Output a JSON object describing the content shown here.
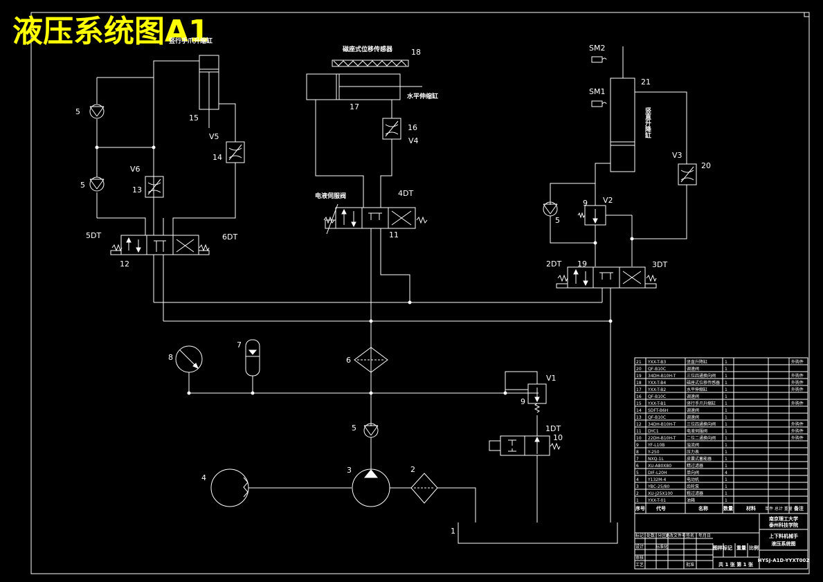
{
  "title": "液压系统图A1",
  "labels": {
    "c15_top": "竖行手爪升缩缸",
    "c18": "磁座式位移传感器",
    "n18": "18",
    "c17_side": "水平伸缩缸",
    "n17": "17",
    "n16": "16",
    "V4": "V4",
    "sm2": "SM2",
    "sm1": "SM1",
    "n21": "21",
    "c21_side": "竖直升降缸",
    "V3": "V3",
    "n20": "20",
    "n5a": "5",
    "n5b": "5",
    "n15": "15",
    "V5": "V5",
    "n14": "14",
    "V6": "V6",
    "n13": "13",
    "dt5": "5DT",
    "dt6": "6DT",
    "n12": "12",
    "servo": "电液伺服阀",
    "dt4": "4DT",
    "n11": "11",
    "n9a": "9",
    "V2": "V2",
    "n5c": "5",
    "dt2": "2DT",
    "n19": "19",
    "dt3": "3DT",
    "n8": "8",
    "n7": "7",
    "n6": "6",
    "V1": "V1",
    "n9b": "9",
    "n5d": "5",
    "dt1": "1DT",
    "n10": "10",
    "n4": "4",
    "n3": "3",
    "n2": "2",
    "n1": "1"
  },
  "parts_table": {
    "rows": [
      {
        "no": "21",
        "code": "YXX-T-B3",
        "name": "竖直升降缸",
        "qty": "1",
        "note": "外购件"
      },
      {
        "no": "20",
        "code": "QF-B10C",
        "name": "调速阀",
        "qty": "1",
        "note": ""
      },
      {
        "no": "19",
        "code": "34DH-B10H-T",
        "name": "三位四通换向阀",
        "qty": "1",
        "note": "外购件"
      },
      {
        "no": "18",
        "code": "YXX-T-B4",
        "name": "磁座式位移传感器",
        "qty": "1",
        "note": "外购件"
      },
      {
        "no": "17",
        "code": "YXX-T-B2",
        "name": "水平伸缩缸",
        "qty": "1",
        "note": "外购件"
      },
      {
        "no": "16",
        "code": "QF-B10C",
        "name": "调速阀",
        "qty": "1",
        "note": ""
      },
      {
        "no": "15",
        "code": "YXX-T-B1",
        "name": "竖行手爪升缩缸",
        "qty": "1",
        "note": "外购件"
      },
      {
        "no": "14",
        "code": "SDFT-B6H",
        "name": "调速阀",
        "qty": "1",
        "note": ""
      },
      {
        "no": "13",
        "code": "QF-B10C",
        "name": "调速阀",
        "qty": "1",
        "note": ""
      },
      {
        "no": "12",
        "code": "34DH-B10H-T",
        "name": "三位四通换向阀",
        "qty": "1",
        "note": "外购件"
      },
      {
        "no": "11",
        "code": "DYC1",
        "name": "电液伺服阀",
        "qty": "1",
        "note": "外购件"
      },
      {
        "no": "10",
        "code": "22DH-B10H-T",
        "name": "二位二通换向阀",
        "qty": "1",
        "note": "外购件"
      },
      {
        "no": "9",
        "code": "YF-L10B",
        "name": "溢流阀",
        "qty": "1",
        "note": ""
      },
      {
        "no": "8",
        "code": "Y-250",
        "name": "压力表",
        "qty": "1",
        "note": ""
      },
      {
        "no": "7",
        "code": "NXQ-1L",
        "name": "皮囊式蓄能器",
        "qty": "1",
        "note": ""
      },
      {
        "no": "6",
        "code": "XU-A80X80",
        "name": "精过滤器",
        "qty": "1",
        "note": ""
      },
      {
        "no": "5",
        "code": "DIF-L20H",
        "name": "单向阀",
        "qty": "4",
        "note": ""
      },
      {
        "no": "4",
        "code": "Y132M-4",
        "name": "电动机",
        "qty": "1",
        "note": ""
      },
      {
        "no": "3",
        "code": "YBC-25/80",
        "name": "齿轮泵",
        "qty": "1",
        "note": ""
      },
      {
        "no": "2",
        "code": "XU-J25X100",
        "name": "粗过滤器",
        "qty": "1",
        "note": ""
      },
      {
        "no": "1",
        "code": "YXX-T-01",
        "name": "油箱",
        "qty": "1",
        "note": ""
      }
    ],
    "header": {
      "no": "序号",
      "code": "代号",
      "name": "名称",
      "qty": "数量",
      "material": "材料",
      "weight": "单件 总计 重量",
      "note": "备注"
    }
  },
  "title_block": {
    "school_1": "南京理工大学",
    "school_2": "泰州科技学院",
    "drawing_1": "上下料机械手",
    "drawing_2": "液压系统图",
    "drawing_no": "HYSJ-A1D-YYXT002",
    "sheet": "共 1 张  第 1 张",
    "stage_label": "图样标记",
    "weight_label": "重量",
    "scale_label": "比例",
    "designer_label": "设计",
    "check_label": "审核",
    "process_label": "工艺",
    "std_label": "标准化",
    "approve_label": "批准",
    "mark_label": "标记",
    "count_label": "处数",
    "zone_label": "分区",
    "doc_label": "更改文件号",
    "sign_label": "签名",
    "date_label": "年月日"
  }
}
